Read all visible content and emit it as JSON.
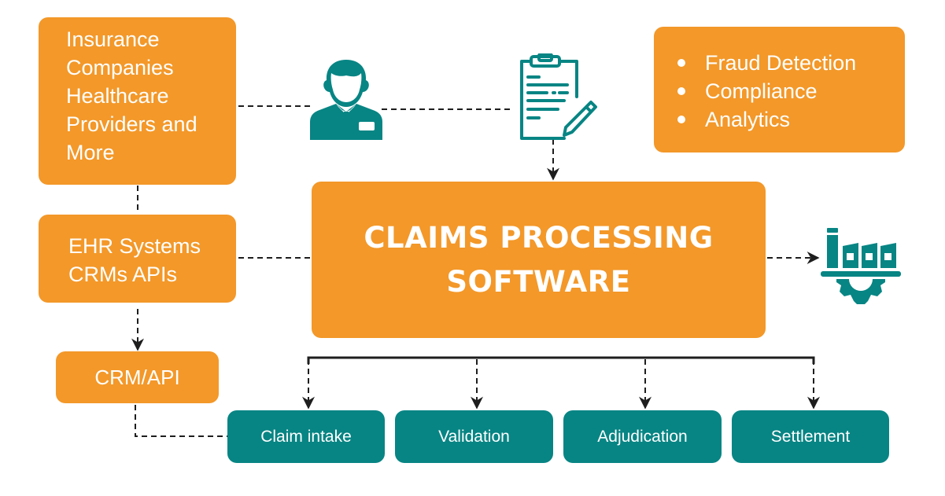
{
  "colors": {
    "orange": "#f39829",
    "teal": "#078584",
    "connector": "#1e1e1e",
    "text_on_box": "#ffffff"
  },
  "stakeholders_box": {
    "lines": [
      "Insurance",
      "Companies",
      "Healthcare",
      "Providers and",
      "More"
    ]
  },
  "integrations_box": {
    "lines": [
      "EHR Systems",
      "CRMs APIs"
    ]
  },
  "crm_api_box": {
    "label": "CRM/API"
  },
  "main_box": {
    "lines": [
      "CLAIMS PROCESSING",
      "SOFTWARE"
    ]
  },
  "features_box": {
    "items": [
      "Fraud Detection",
      "Compliance",
      "Analytics"
    ]
  },
  "icons": {
    "agent": "user-agent-icon",
    "clipboard": "clipboard-pen-icon",
    "factory": "factory-gear-icon"
  },
  "steps": [
    {
      "label": "Claim intake"
    },
    {
      "label": "Validation"
    },
    {
      "label": "Adjudication"
    },
    {
      "label": "Settlement"
    }
  ]
}
